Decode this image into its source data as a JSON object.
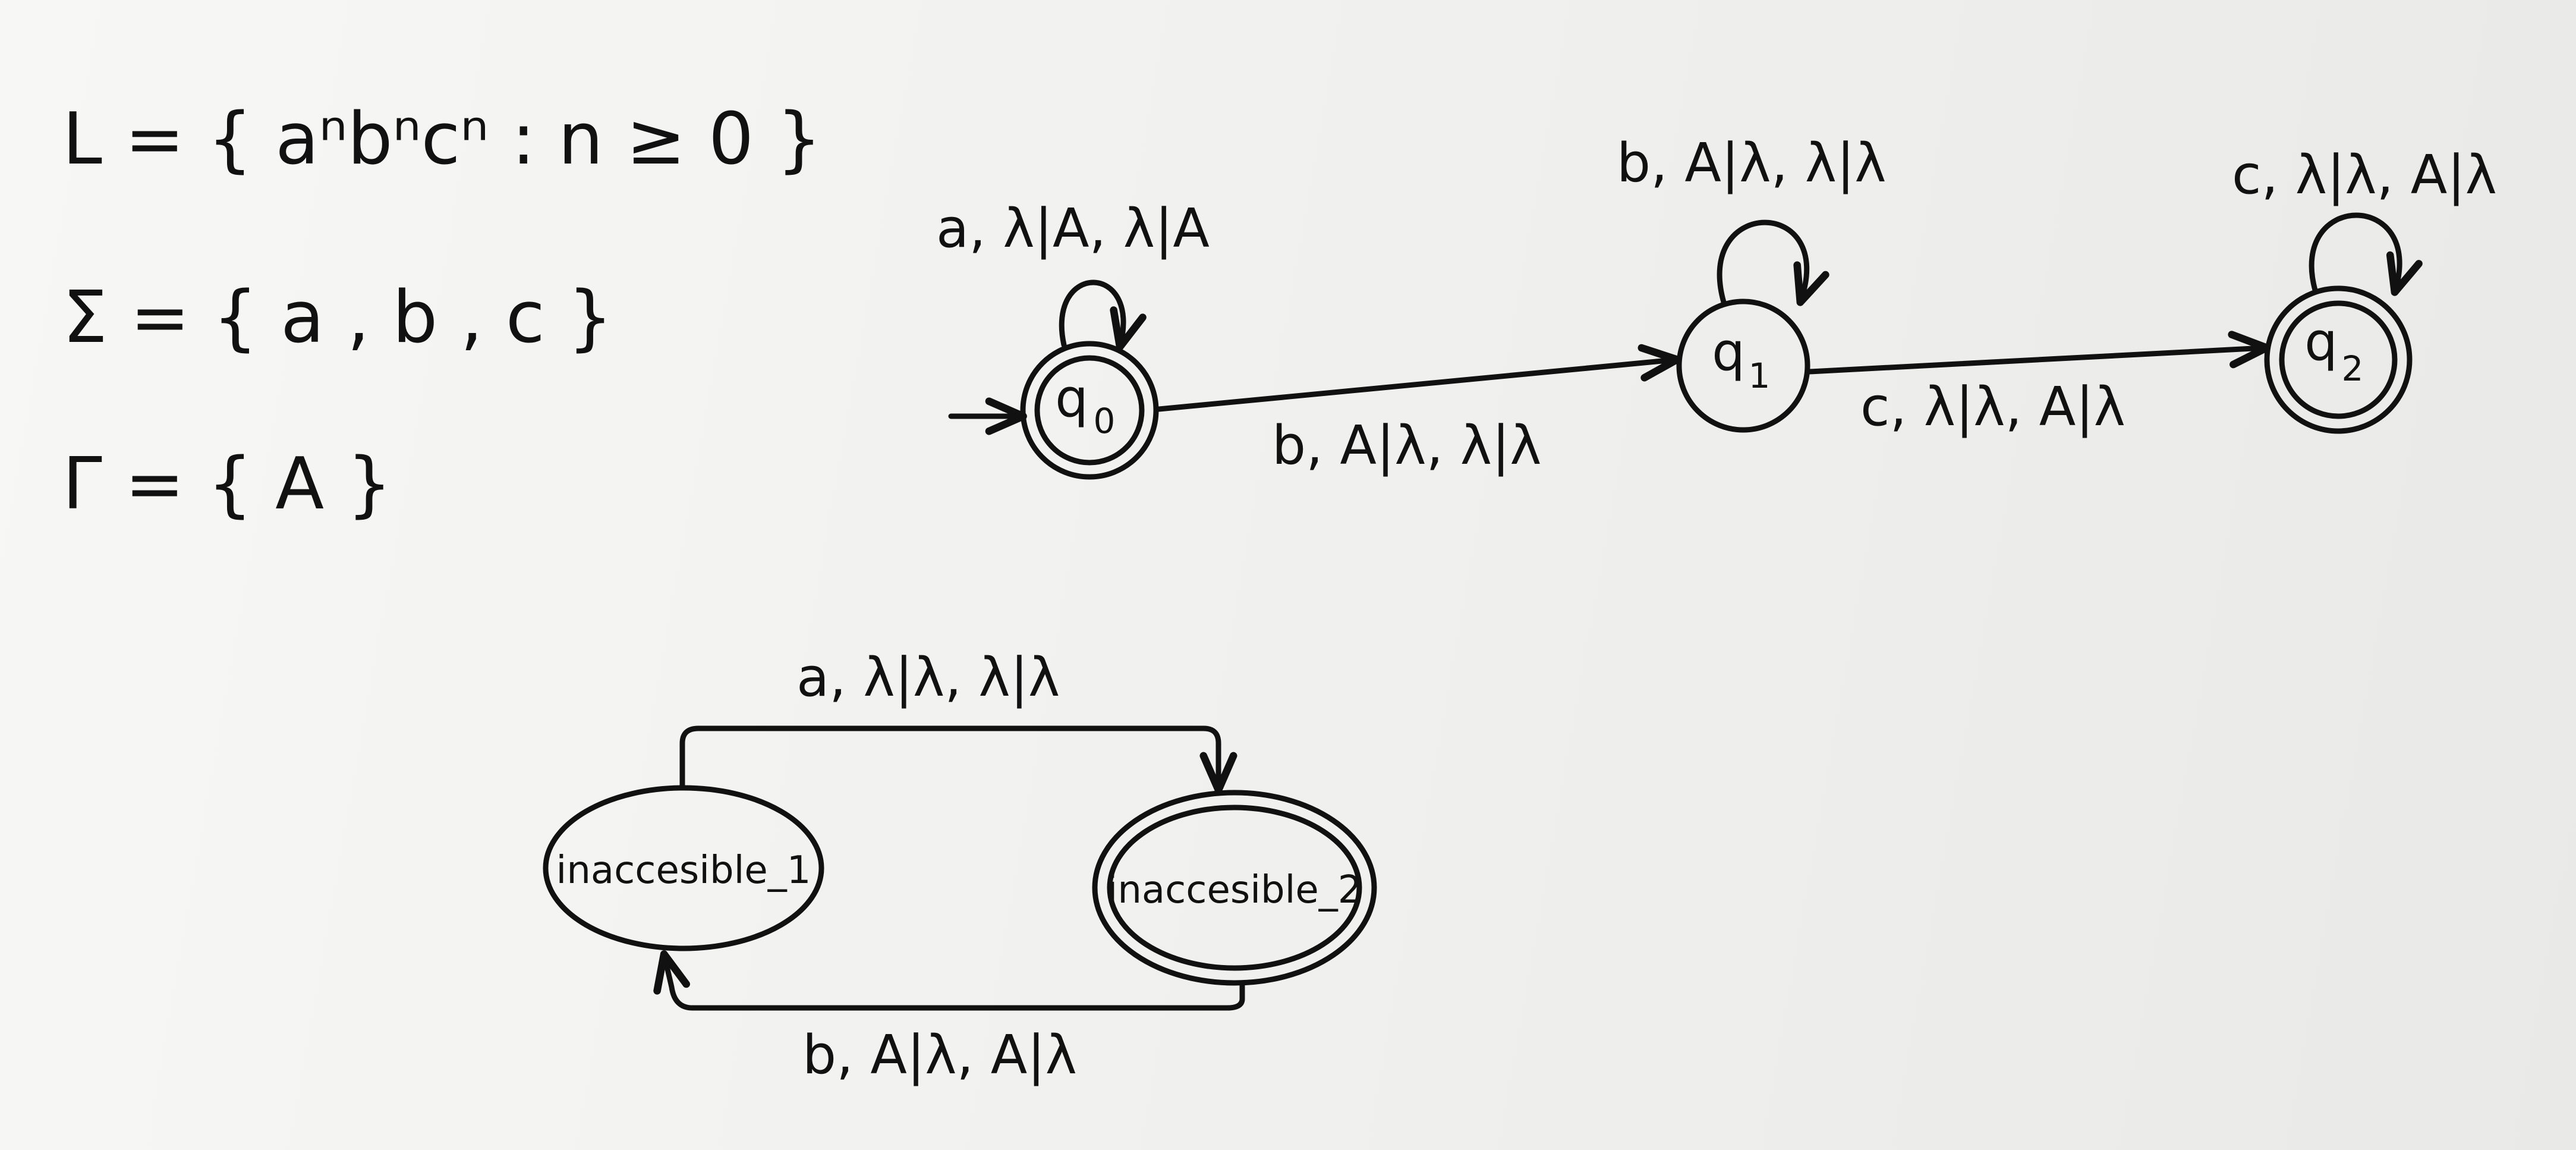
{
  "definitions": {
    "language": "L = { aⁿbⁿcⁿ : n ≥ 0 }",
    "alphabet": "Σ = { a , b , c }",
    "stack_alphabet": "Γ = { A }"
  },
  "states": {
    "q0": {
      "name": "q",
      "subscript": "0"
    },
    "q1": {
      "name": "q",
      "subscript": "1"
    },
    "q2": {
      "name": "q",
      "subscript": "2"
    },
    "inaccessible_1": {
      "name": "inaccesible_1"
    },
    "inaccessible_2": {
      "name": "inaccesible_2"
    }
  },
  "transitions": {
    "q0_loop": "a, λ|A, λ|A",
    "q0_to_q1": "b, A|λ, λ|λ",
    "q1_loop": "b, A|λ, λ|λ",
    "q1_to_q2": "c, λ|λ, A|λ",
    "q2_loop": "c, λ|λ, A|λ",
    "inacc1_to_inacc2": "a, λ|λ, λ|λ",
    "inacc2_to_inacc1": "b, A|λ, A|λ"
  },
  "colors": {
    "ink": "#111111",
    "paper": "#f2f2f0"
  }
}
